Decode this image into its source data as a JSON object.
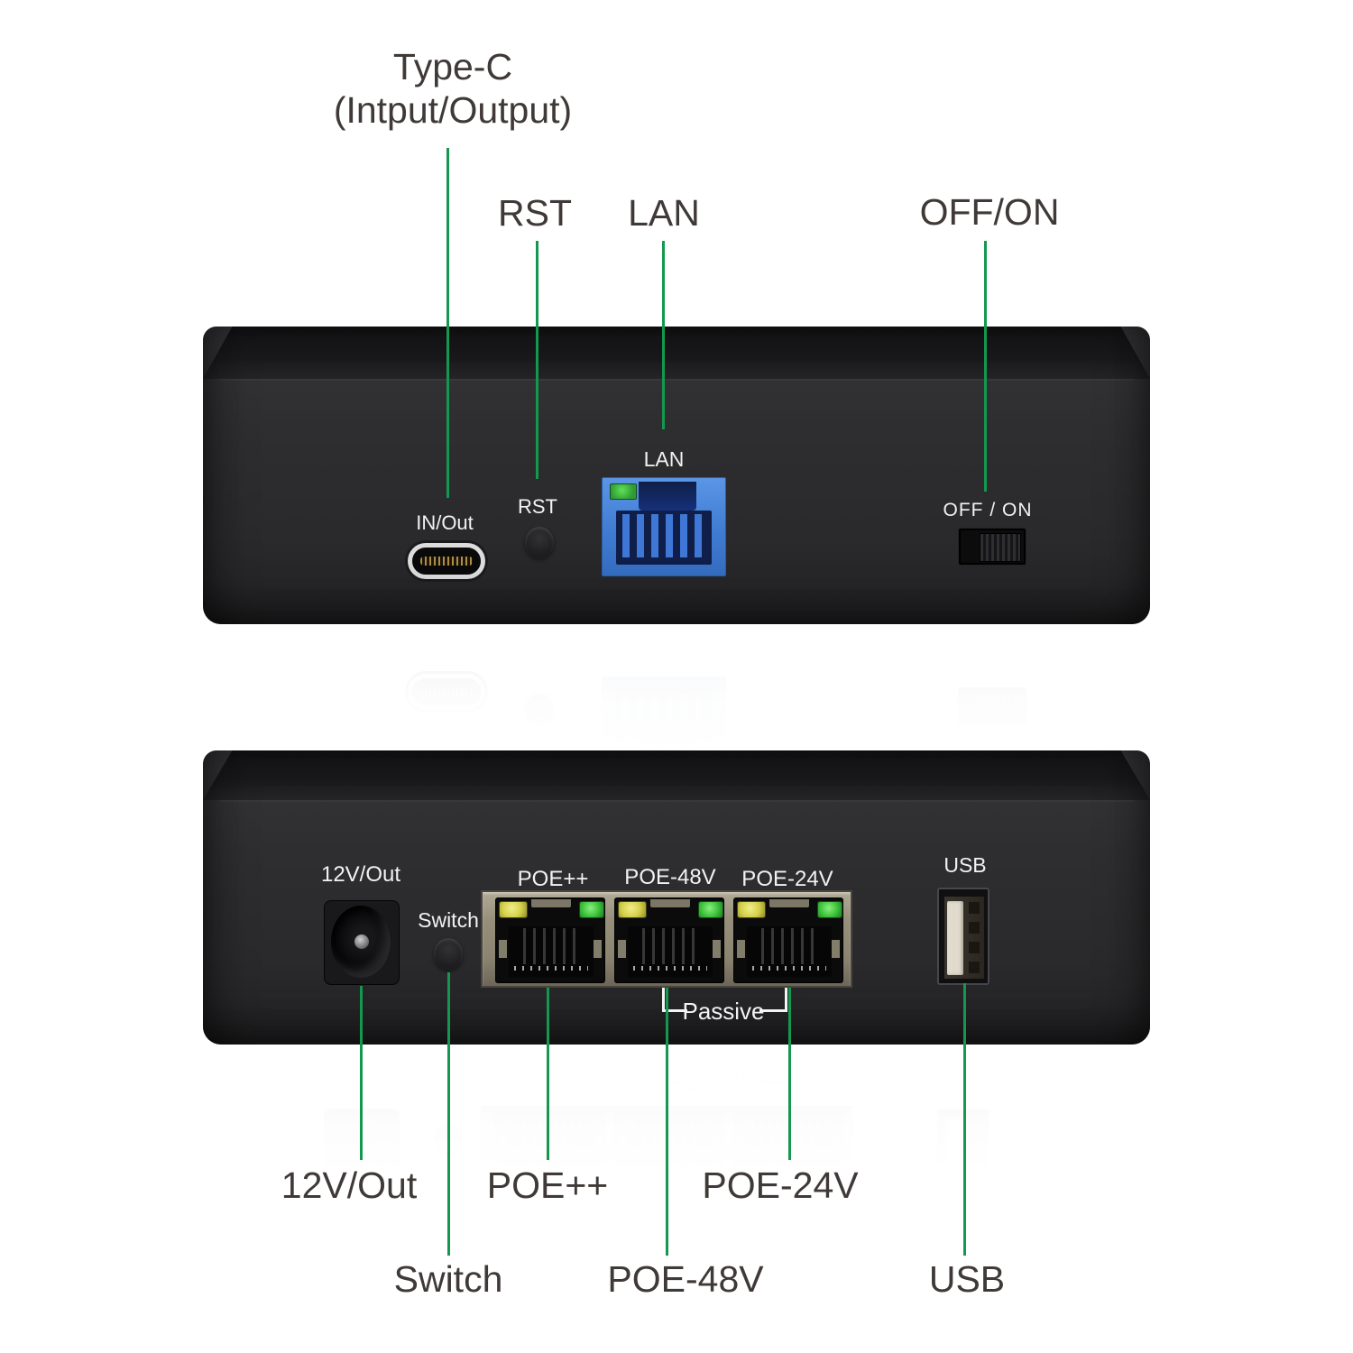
{
  "page": {
    "background": "#ffffff",
    "description": "Annotated product callout image of a mini PoE adapter, front and rear panel views"
  },
  "colors": {
    "callout_line_green": "#14984f",
    "annotation_text": "#3f3937",
    "device_body_dark": "#2c2c2e",
    "device_label_white": "#f2f2f2",
    "lan_port_blue": "#4484db",
    "led_green": "#3cc13a",
    "led_yellow": "#d6d24e",
    "poe_frame_metal": "#97917d",
    "usb_tongue_cream": "#e0dbcd"
  },
  "annotations": {
    "typec_line1": "Type-C",
    "typec_line2": "(Intput/Output)",
    "rst": "RST",
    "lan": "LAN",
    "off_on": "OFF/ON",
    "v12_out": "12V/Out",
    "poe_plus_plus": "POE++",
    "poe_24v": "POE-24V",
    "switch": "Switch",
    "poe_48v": "POE-48V",
    "usb": "USB"
  },
  "front_device": {
    "labels": {
      "type_c": "IN/Out",
      "reset": "RST",
      "lan": "LAN",
      "power": "OFF / ON"
    }
  },
  "rear_device": {
    "labels": {
      "dc_out": "12V/Out",
      "switch": "Switch",
      "poe1": "POE++",
      "poe2": "POE-48V",
      "poe3": "POE-24V",
      "usb": "USB",
      "passive": "Passive"
    }
  }
}
